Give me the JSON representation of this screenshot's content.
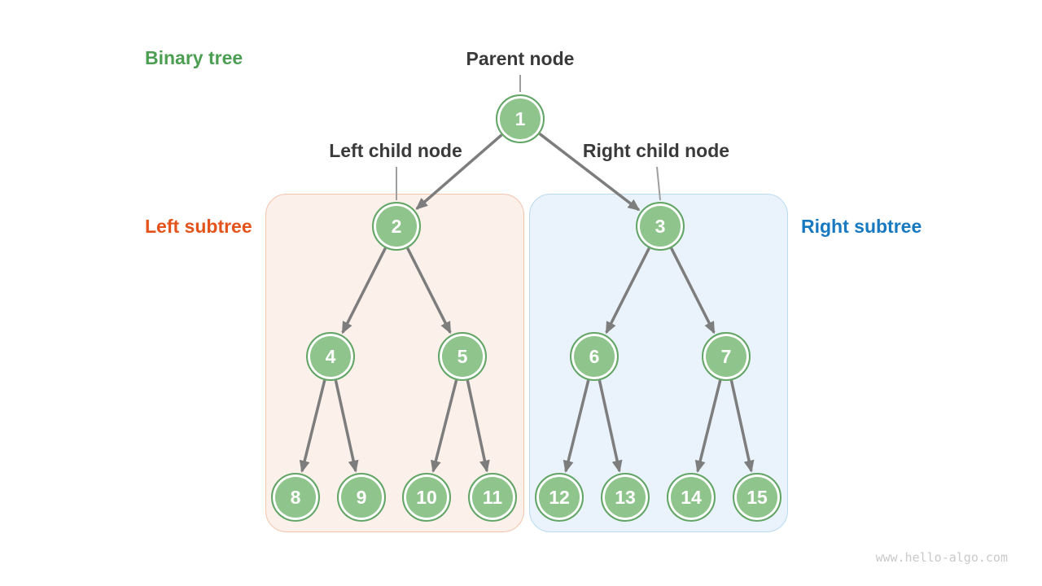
{
  "labels": {
    "binary_tree": "Binary tree",
    "parent_node": "Parent node",
    "left_child": "Left child node",
    "right_child": "Right child node",
    "left_subtree": "Left subtree",
    "right_subtree": "Right subtree"
  },
  "watermark": "www.hello-algo.com",
  "colors": {
    "node_fill": "#8fc48c",
    "node_border": "#63a567",
    "node_text": "#ffffff",
    "arrow": "#7d7d7d",
    "pointer_line": "#9e9e9e",
    "label_text": "#3a3a3a",
    "binary_tree_label": "#4c9e52",
    "left_subtree_label": "#e4531b",
    "right_subtree_label": "#1879c0",
    "left_box_fill": "#fcf0ea",
    "left_box_border": "#f2c5ac",
    "right_box_fill": "#eaf3fb",
    "right_box_border": "#b9d9f1",
    "watermark_text": "#c9c9c9"
  },
  "diagram": {
    "type": "binary-tree",
    "nodes": [
      {
        "id": 1,
        "label": "1"
      },
      {
        "id": 2,
        "label": "2"
      },
      {
        "id": 3,
        "label": "3"
      },
      {
        "id": 4,
        "label": "4"
      },
      {
        "id": 5,
        "label": "5"
      },
      {
        "id": 6,
        "label": "6"
      },
      {
        "id": 7,
        "label": "7"
      },
      {
        "id": 8,
        "label": "8"
      },
      {
        "id": 9,
        "label": "9"
      },
      {
        "id": 10,
        "label": "10"
      },
      {
        "id": 11,
        "label": "11"
      },
      {
        "id": 12,
        "label": "12"
      },
      {
        "id": 13,
        "label": "13"
      },
      {
        "id": 14,
        "label": "14"
      },
      {
        "id": 15,
        "label": "15"
      }
    ],
    "edges": [
      [
        1,
        2
      ],
      [
        1,
        3
      ],
      [
        2,
        4
      ],
      [
        2,
        5
      ],
      [
        3,
        6
      ],
      [
        3,
        7
      ],
      [
        4,
        8
      ],
      [
        4,
        9
      ],
      [
        5,
        10
      ],
      [
        5,
        11
      ],
      [
        6,
        12
      ],
      [
        6,
        13
      ],
      [
        7,
        14
      ],
      [
        7,
        15
      ]
    ],
    "left_subtree_node_ids": [
      2,
      4,
      5,
      8,
      9,
      10,
      11
    ],
    "right_subtree_node_ids": [
      3,
      6,
      7,
      12,
      13,
      14,
      15
    ]
  }
}
